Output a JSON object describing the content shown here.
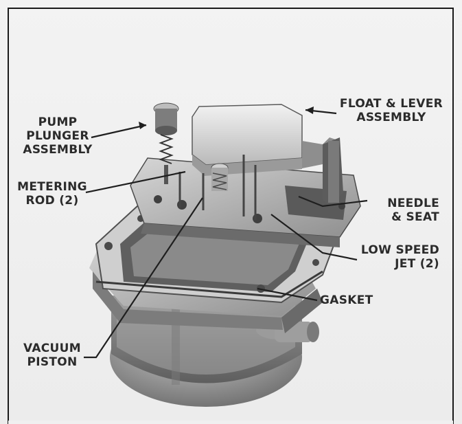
{
  "figure": {
    "background": "#efefef",
    "frame_color": "#1a1a1a",
    "ink_color": "#2b2b2b",
    "labels": {
      "pump_plunger": [
        "PUMP",
        "PLUNGER",
        "ASSEMBLY"
      ],
      "metering_rod": [
        "METERING",
        "ROD (2)"
      ],
      "vacuum_piston": [
        "VACUUM",
        "PISTON"
      ],
      "float_lever": [
        "FLOAT & LEVER",
        "ASSEMBLY"
      ],
      "needle_seat": [
        "NEEDLE",
        "& SEAT"
      ],
      "low_speed_jet": [
        "LOW SPEED",
        "JET (2)"
      ],
      "gasket": [
        "GASKET"
      ]
    }
  }
}
